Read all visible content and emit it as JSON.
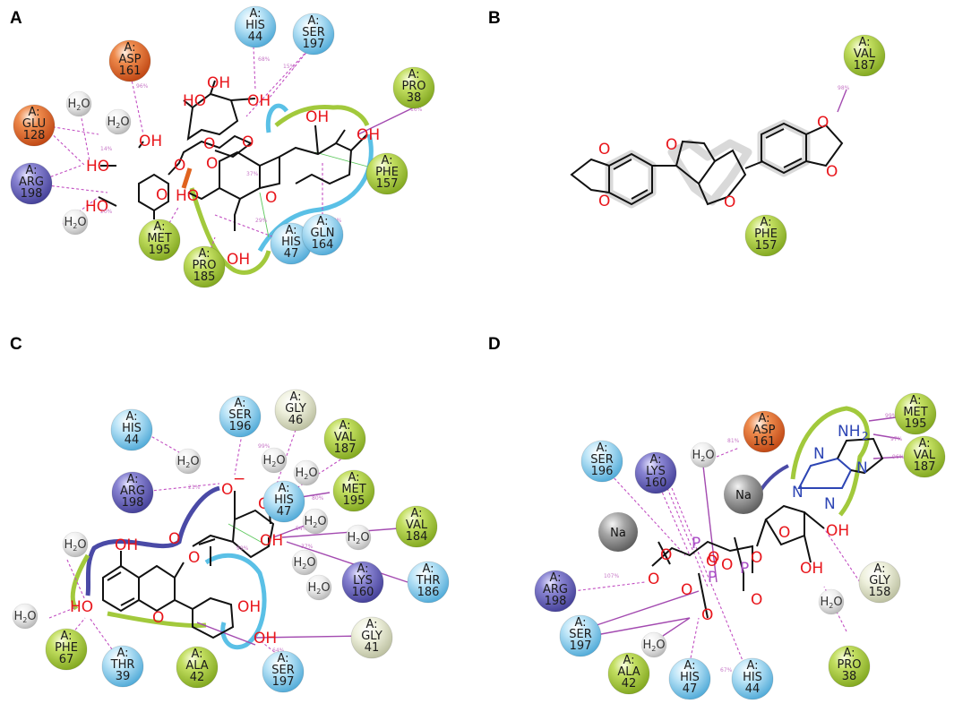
{
  "panels": [
    {
      "label": "A",
      "residues": [
        {
          "label": "A:\nHIS\n44",
          "type": "polar"
        },
        {
          "label": "A:\nSER\n197",
          "type": "polar"
        },
        {
          "label": "A:\nASP\n161",
          "type": "negative"
        },
        {
          "label": "A:\nPRO\n38",
          "type": "hydrophobic"
        },
        {
          "label": "A:\nGLU\n128",
          "type": "negative"
        },
        {
          "label": "A:\nPHE\n157",
          "type": "hydrophobic"
        },
        {
          "label": "A:\nARG\n198",
          "type": "positive"
        },
        {
          "label": "A:\nMET\n195",
          "type": "hydrophobic"
        },
        {
          "label": "A:\nHIS\n47",
          "type": "polar"
        },
        {
          "label": "A:\nGLN\n164",
          "type": "polar"
        },
        {
          "label": "A:\nPRO\n185",
          "type": "hydrophobic"
        }
      ],
      "waters": [
        "H2O",
        "H2O",
        "H2O"
      ],
      "pcts": [
        "68%",
        "15%",
        "96%",
        "16%",
        "14%",
        "37%",
        "29%",
        "53%",
        "20%",
        "22%"
      ]
    },
    {
      "label": "B",
      "residues": [
        {
          "label": "A:\nVAL\n187",
          "type": "hydrophobic"
        },
        {
          "label": "A:\nPHE\n157",
          "type": "hydrophobic"
        }
      ],
      "waters": [],
      "pcts": [
        "98%"
      ]
    },
    {
      "label": "C",
      "residues": [
        {
          "label": "A:\nHIS\n44",
          "type": "polar"
        },
        {
          "label": "A:\nSER\n196",
          "type": "polar"
        },
        {
          "label": "A:\nGLY\n46",
          "type": "glycine"
        },
        {
          "label": "A:\nVAL\n187",
          "type": "hydrophobic"
        },
        {
          "label": "A:\nARG\n198",
          "type": "positive"
        },
        {
          "label": "A:\nMET\n195",
          "type": "hydrophobic"
        },
        {
          "label": "A:\nVAL\n184",
          "type": "hydrophobic"
        },
        {
          "label": "A:\nHIS\n47",
          "type": "polar"
        },
        {
          "label": "A:\nLYS\n160",
          "type": "positive"
        },
        {
          "label": "A:\nTHR\n186",
          "type": "polar"
        },
        {
          "label": "A:\nGLY\n41",
          "type": "glycine"
        },
        {
          "label": "A:\nPHE\n67",
          "type": "hydrophobic"
        },
        {
          "label": "A:\nTHR\n39",
          "type": "polar"
        },
        {
          "label": "A:\nALA\n42",
          "type": "hydrophobic"
        },
        {
          "label": "A:\nSER\n197",
          "type": "polar"
        }
      ],
      "waters": [
        "H2O",
        "H2O",
        "H2O",
        "H2O",
        "H2O",
        "H2O",
        "H2O",
        "H2O",
        "H2O"
      ],
      "pcts": [
        "99%",
        "21%",
        "80%",
        "99%",
        "54%",
        "37%",
        "64%"
      ]
    },
    {
      "label": "D",
      "residues": [
        {
          "label": "A:\nASP\n161",
          "type": "negative"
        },
        {
          "label": "A:\nMET\n195",
          "type": "hydrophobic"
        },
        {
          "label": "A:\nSER\n196",
          "type": "polar"
        },
        {
          "label": "A:\nLYS\n160",
          "type": "positive"
        },
        {
          "label": "A:\nVAL\n187",
          "type": "hydrophobic"
        },
        {
          "label": "A:\nGLY\n158",
          "type": "glycine"
        },
        {
          "label": "A:\nARG\n198",
          "type": "positive"
        },
        {
          "label": "A:\nSER\n197",
          "type": "polar"
        },
        {
          "label": "A:\nPRO\n38",
          "type": "hydrophobic"
        },
        {
          "label": "A:\nALA\n42",
          "type": "hydrophobic"
        },
        {
          "label": "A:\nHIS\n47",
          "type": "polar"
        },
        {
          "label": "A:\nHIS\n44",
          "type": "polar"
        }
      ],
      "waters": [
        "H2O",
        "H2O",
        "H2O"
      ],
      "pcts": [
        "99%",
        "97%",
        "96%",
        "81%",
        "107%",
        "67%"
      ]
    }
  ],
  "ions": [
    "Na",
    "Na"
  ],
  "colors": {
    "polar": "#7cc6ec",
    "negative": "#e0631f",
    "positive": "#6c68b8",
    "hydrophobic": "#a7cc3a",
    "glycine": "#e4e8cf",
    "water": "#dcdcdc",
    "ion": "#9a9a9a",
    "oxygen": "#e8151b",
    "nitrogen": "#2d45b4",
    "phosphorus": "#aa4ec6",
    "hbond": "#c24fc2",
    "pipi": "#5cc75c",
    "pocket_green": "#a2c93c",
    "pocket_blue": "#5ac0e6"
  }
}
